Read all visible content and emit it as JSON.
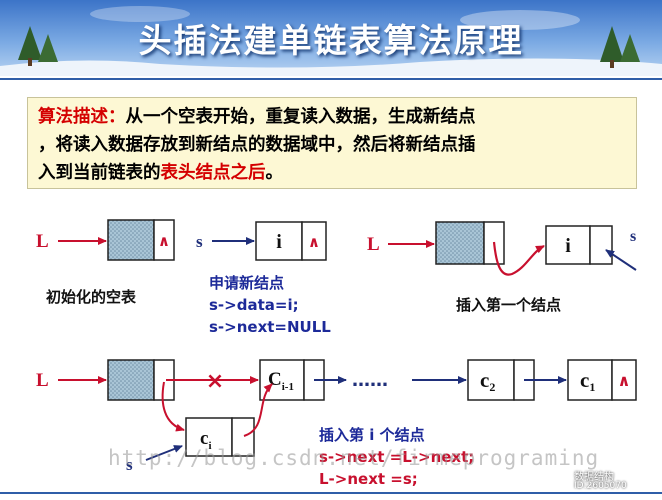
{
  "title": "头插法建单链表算法原理",
  "description": {
    "label": "算法描述：",
    "line1_rest": "从一个空表开始，重复读入数据，生成新结点",
    "line2": "，将读入数据存放到新结点的数据域中，然后将新结点插",
    "line3_start": "入到当前链表的",
    "line3_highlight": "表头结点之后",
    "line3_end": "。"
  },
  "panel1": {
    "pointer": "L",
    "null_mark": "∧",
    "caption": "初始化的空表"
  },
  "panel2": {
    "pointer": "s",
    "data": "i",
    "null_mark": "∧",
    "caption": "申请新结点",
    "code1": "s->data=i;",
    "code2": "s->next=NULL"
  },
  "panel3": {
    "pointer_l": "L",
    "data": "i",
    "pointer_s": "s",
    "caption": "插入第一个结点"
  },
  "panel4": {
    "pointer_l": "L",
    "node_ci1": "C",
    "node_ci1_sub": "i-1",
    "ellipsis": "……",
    "node_c2": "c",
    "node_c2_sub": "2",
    "node_c1": "c",
    "node_c1_sub": "1",
    "null_mark": "∧",
    "node_ci": "c",
    "node_ci_sub": "i",
    "pointer_s": "s",
    "cross": "×",
    "caption": "插入第 i 个结点",
    "code1": "s->next =L->next;",
    "code2": "L->next =s;"
  },
  "watermark": {
    "url": "http://blog.csdn.net/firmeprograming",
    "logo_line1": "数据结构",
    "logo_line2": "ID:2605070"
  }
}
